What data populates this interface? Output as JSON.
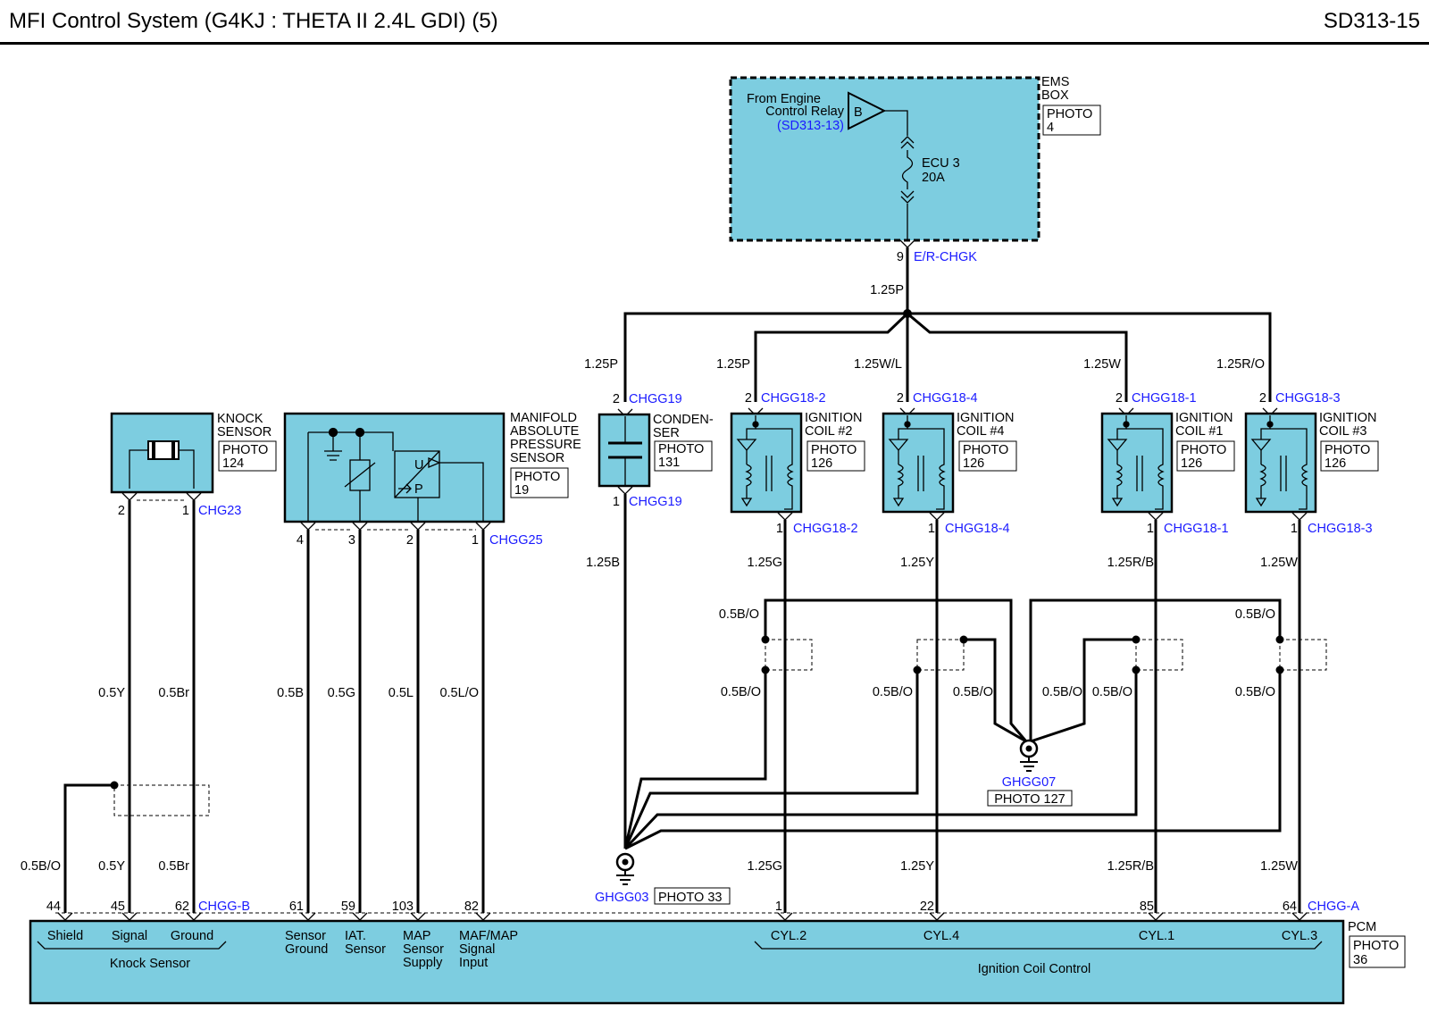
{
  "header": {
    "title": "MFI Control System  (G4KJ : THETA II 2.4L GDI) (5)",
    "code": "SD313-15"
  },
  "ems": {
    "label1": "EMS",
    "label2": "BOX",
    "photo": "PHOTO",
    "photo_num": "4",
    "from1": "From Engine",
    "from2": "Control Relay",
    "from_ref": "(SD313-13)",
    "connector_letter": "B",
    "fuse_name": "ECU 3",
    "fuse_rating": "20A",
    "out_pin": "9",
    "out_conn": "E/R-CHGK",
    "out_wire": "1.25P"
  },
  "knock": {
    "label1": "KNOCK",
    "label2": "SENSOR",
    "photo": "PHOTO",
    "photo_num": "124",
    "pin2": "2",
    "pin1": "1",
    "conn": "CHG23",
    "wire_signal": "0.5Y",
    "wire_ground": "0.5Br",
    "wire_shield": "0.5B/O",
    "wire_signal_low": "0.5Y",
    "wire_ground_low": "0.5Br"
  },
  "map": {
    "label1": "MANIFOLD",
    "label2": "ABSOLUTE",
    "label3": "PRESSURE",
    "label4": "SENSOR",
    "photo": "PHOTO",
    "photo_num": "19",
    "u": "U",
    "p": "P",
    "pins": [
      "4",
      "3",
      "2",
      "1"
    ],
    "conn": "CHGG25",
    "wires": [
      "0.5B",
      "0.5G",
      "0.5L",
      "0.5L/O"
    ]
  },
  "condenser": {
    "label1": "CONDEN-",
    "label2": "SER",
    "photo": "PHOTO",
    "photo_num": "131",
    "pin_top": "2",
    "conn_top": "CHGG19",
    "pin_bot": "1",
    "conn_bot": "CHGG19",
    "wire_top": "1.25P",
    "wire_bot": "1.25B"
  },
  "coils": [
    {
      "label1": "IGNITION",
      "label2": "COIL #2",
      "photo": "PHOTO",
      "photo_num": "126",
      "pin_top": "2",
      "conn_top": "CHGG18-2",
      "pin_bot": "1",
      "conn_bot": "CHGG18-2",
      "wire_top": "1.25P",
      "wire_bot": "1.25G",
      "wire_low": "1.25G"
    },
    {
      "label1": "IGNITION",
      "label2": "COIL #4",
      "photo": "PHOTO",
      "photo_num": "126",
      "pin_top": "2",
      "conn_top": "CHGG18-4",
      "pin_bot": "1",
      "conn_bot": "CHGG18-4",
      "wire_top": "1.25W/L",
      "wire_bot": "1.25Y",
      "wire_low": "1.25Y"
    },
    {
      "label1": "IGNITION",
      "label2": "COIL #1",
      "photo": "PHOTO",
      "photo_num": "126",
      "pin_top": "2",
      "conn_top": "CHGG18-1",
      "pin_bot": "1",
      "conn_bot": "CHGG18-1",
      "wire_top": "1.25W",
      "wire_bot": "1.25R/B",
      "wire_low": "1.25R/B"
    },
    {
      "label1": "IGNITION",
      "label2": "COIL #3",
      "photo": "PHOTO",
      "photo_num": "126",
      "pin_top": "2",
      "conn_top": "CHGG18-3",
      "pin_bot": "1",
      "conn_bot": "CHGG18-3",
      "wire_top": "1.25R/O",
      "wire_bot": "1.25W",
      "wire_low": "1.25W"
    }
  ],
  "shields": {
    "w1": "0.5B/O",
    "w2": "0.5B/O",
    "w3": "0.5B/O",
    "w4": "0.5B/O",
    "w5": "0.5B/O",
    "w6": "0.5B/O",
    "w7": "0.5B/O",
    "w8": "0.5B/O",
    "ground_conn": "GHGG07",
    "ground_photo": "PHOTO 127"
  },
  "ground03": {
    "conn": "GHGG03",
    "photo": "PHOTO 33"
  },
  "pcm": {
    "label": "PCM",
    "photo": "PHOTO",
    "photo_num": "36",
    "connB": "CHGG-B",
    "connA": "CHGG-A",
    "pins": [
      "44",
      "45",
      "62",
      "61",
      "59",
      "103",
      "82",
      "1",
      "22",
      "85",
      "64"
    ],
    "knock_group": "Knock Sensor",
    "shield": "Shield",
    "signal": "Signal",
    "ground": "Ground",
    "sensor_ground1": "Sensor",
    "sensor_ground2": "Ground",
    "iat1": "IAT.",
    "iat2": "Sensor",
    "map1": "MAP",
    "map2": "Sensor",
    "map3": "Supply",
    "maf1": "MAF/MAP",
    "maf2": "Signal",
    "maf3": "Input",
    "cyl2": "CYL.2",
    "cyl4": "CYL.4",
    "cyl1": "CYL.1",
    "cyl3": "CYL.3",
    "ign_group": "Ignition Coil Control"
  }
}
